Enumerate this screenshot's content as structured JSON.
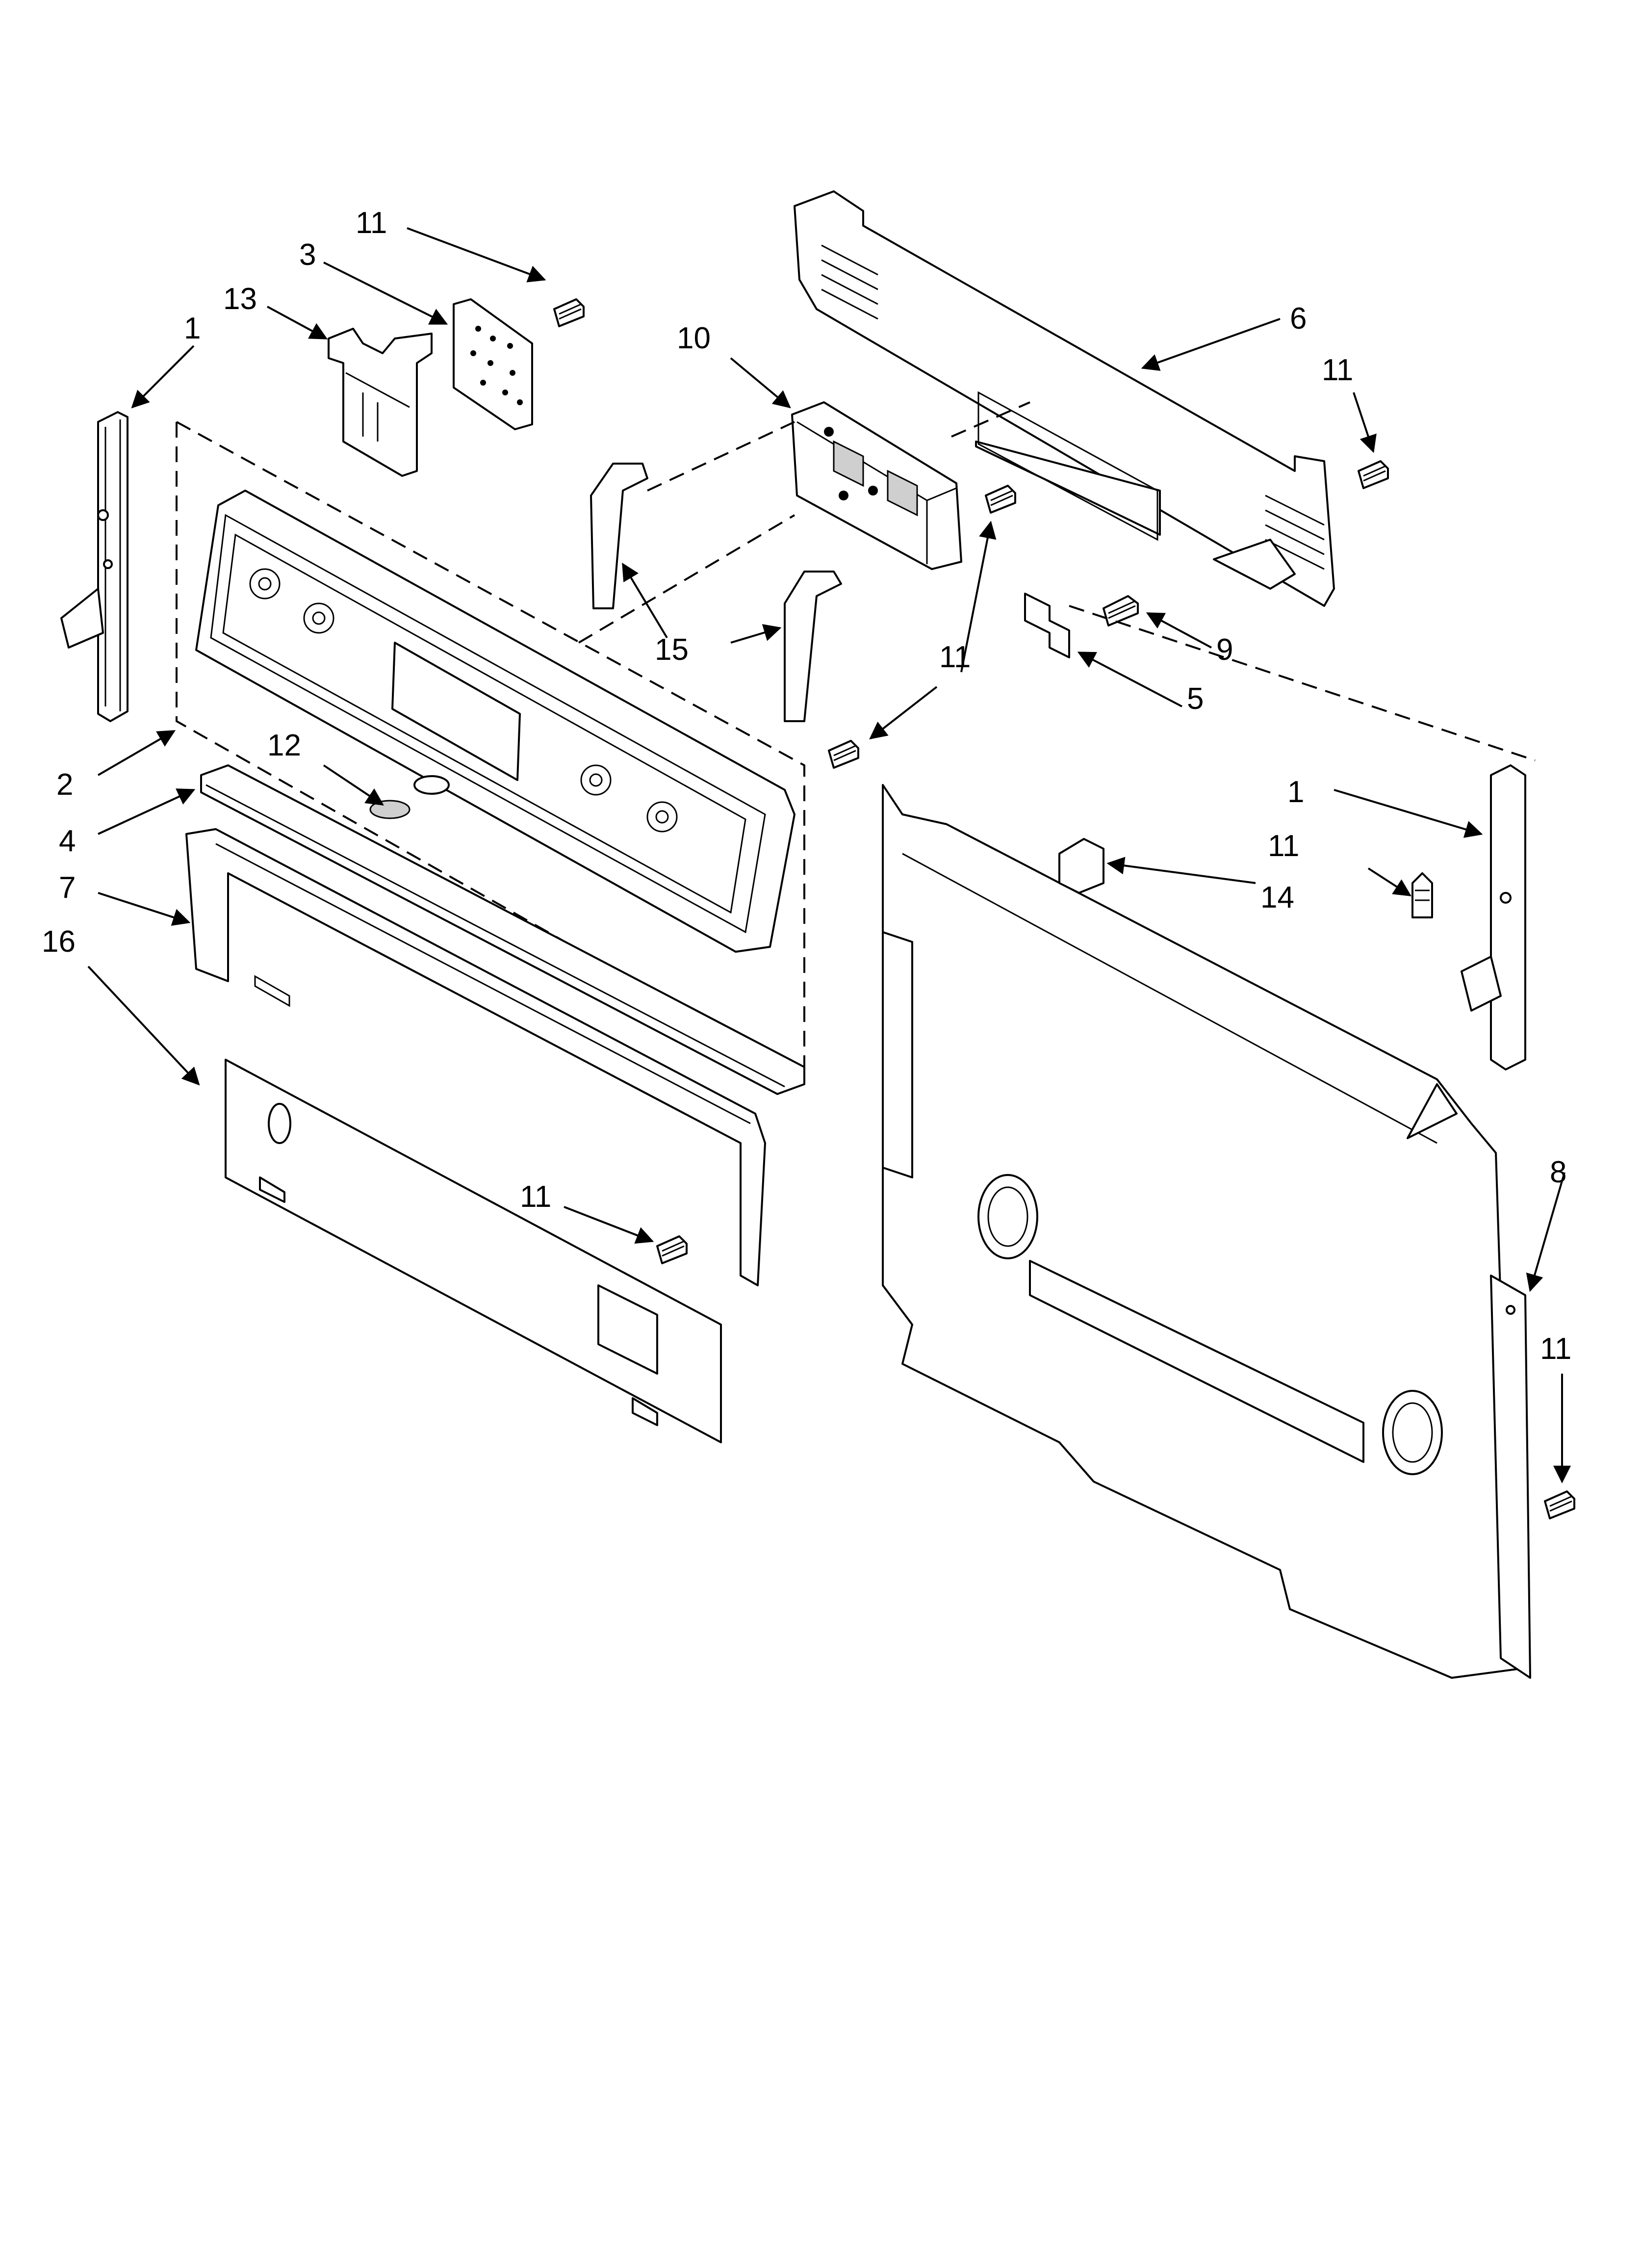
{
  "diagram": {
    "callouts": [
      {
        "id": "c-11-top",
        "label": "11"
      },
      {
        "id": "c-3",
        "label": "3"
      },
      {
        "id": "c-13",
        "label": "13"
      },
      {
        "id": "c-1-left",
        "label": "1"
      },
      {
        "id": "c-10",
        "label": "10"
      },
      {
        "id": "c-6",
        "label": "6"
      },
      {
        "id": "c-11-right-top",
        "label": "11"
      },
      {
        "id": "c-15",
        "label": "15"
      },
      {
        "id": "c-9",
        "label": "9"
      },
      {
        "id": "c-11-mid",
        "label": "11"
      },
      {
        "id": "c-5",
        "label": "5"
      },
      {
        "id": "c-2",
        "label": "2"
      },
      {
        "id": "c-12",
        "label": "12"
      },
      {
        "id": "c-4",
        "label": "4"
      },
      {
        "id": "c-7",
        "label": "7"
      },
      {
        "id": "c-16",
        "label": "16"
      },
      {
        "id": "c-1-right",
        "label": "1"
      },
      {
        "id": "c-11-right-mid",
        "label": "11"
      },
      {
        "id": "c-14",
        "label": "14"
      },
      {
        "id": "c-11-bottom",
        "label": "11"
      },
      {
        "id": "c-8",
        "label": "8"
      },
      {
        "id": "c-11-bottom-right",
        "label": "11"
      }
    ]
  }
}
